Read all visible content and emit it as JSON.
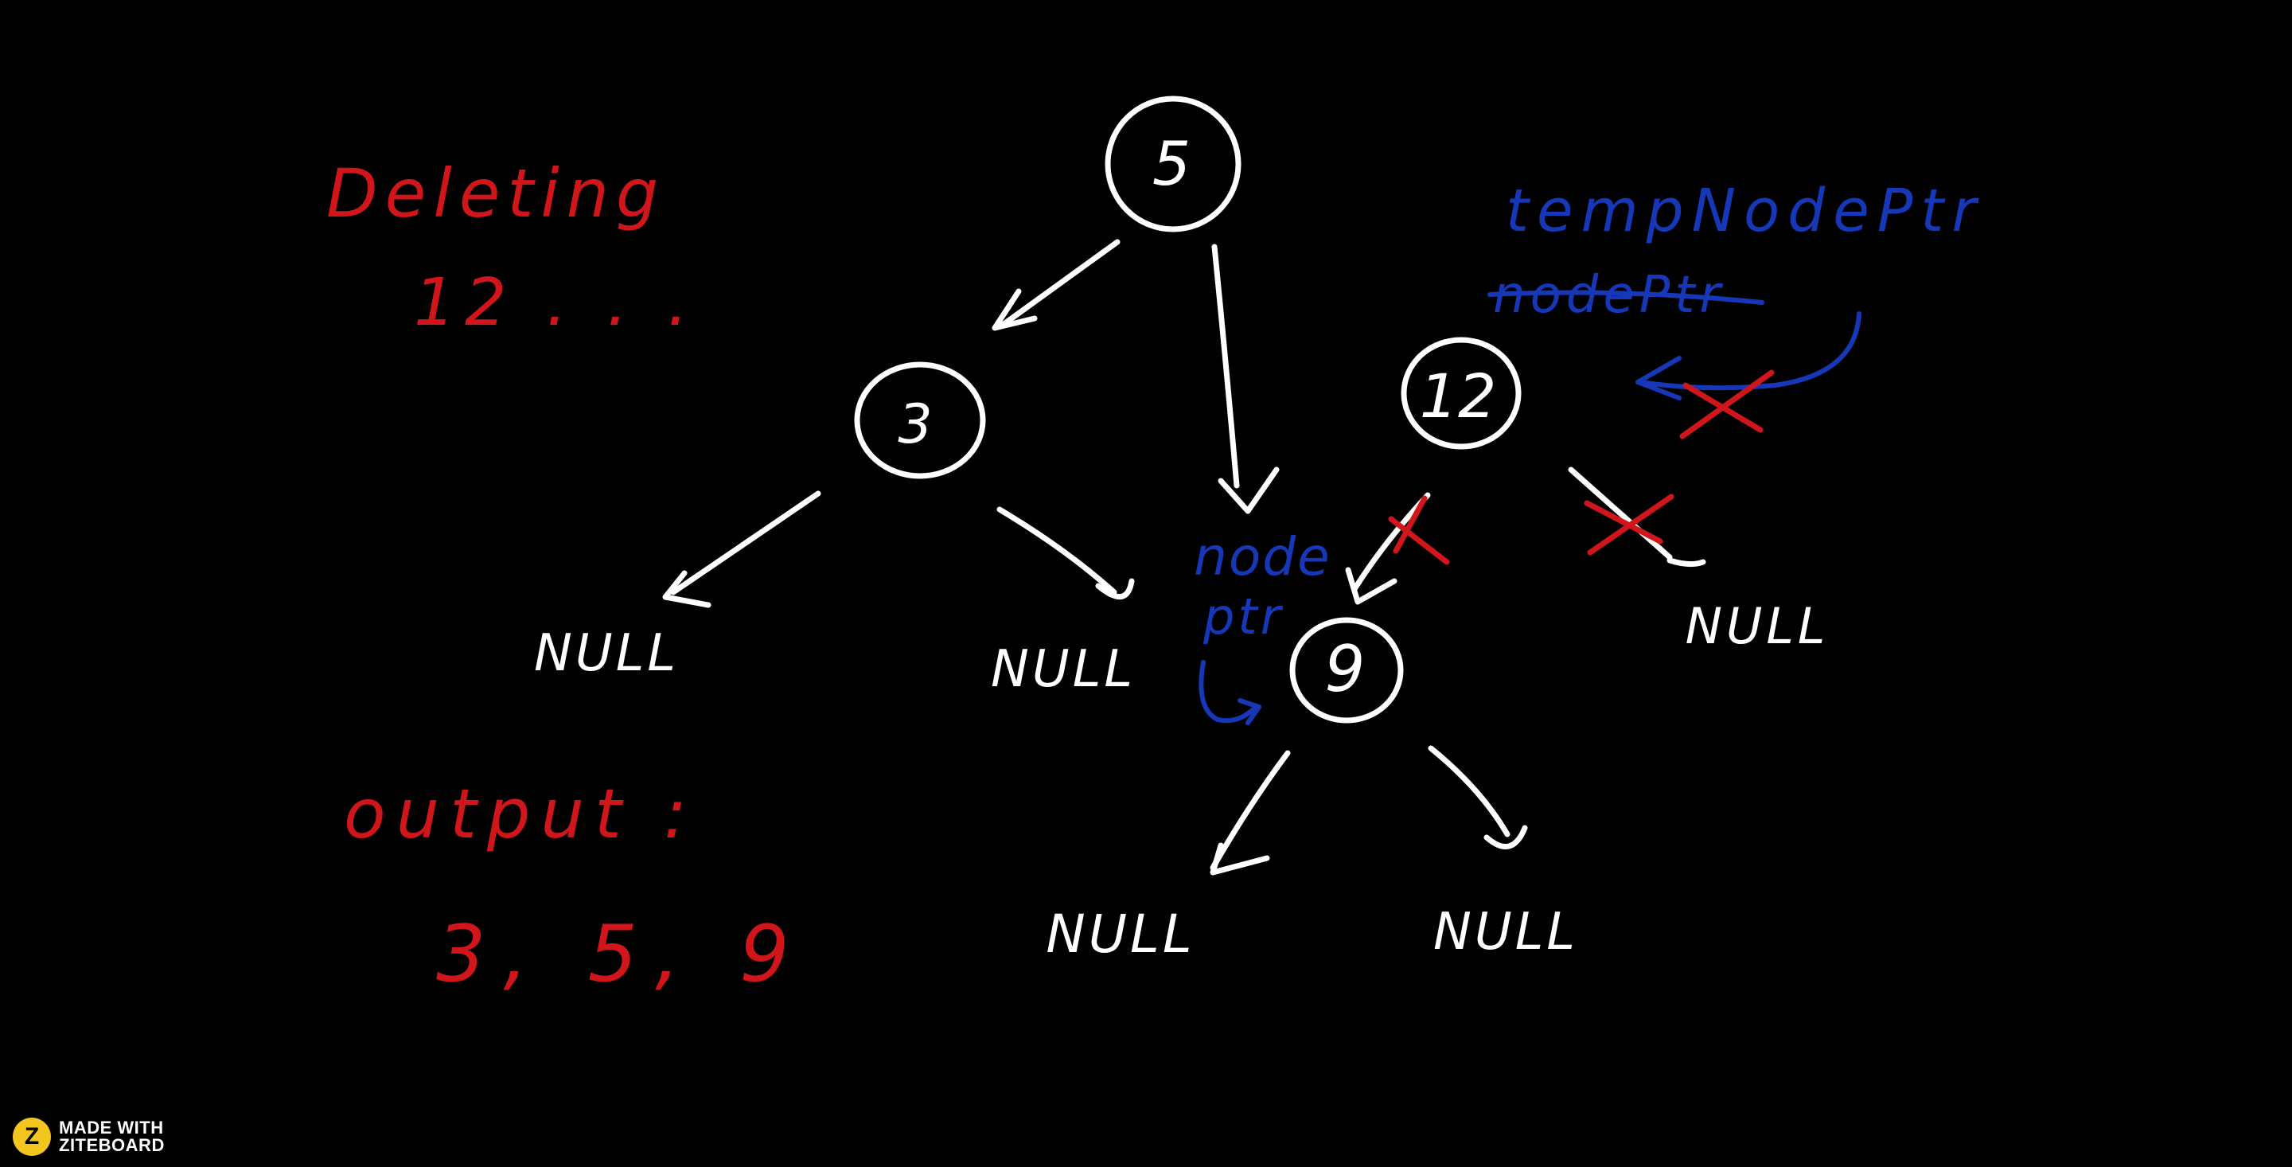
{
  "colors": {
    "background": "#000000",
    "tree_ink": "#ffffff",
    "note_ink": "#d0151b",
    "pointer_ink": "#1638b8",
    "watermark_badge": "#f2c61f"
  },
  "notes": {
    "deleting": "Deleting",
    "deleting_value": "12 . . .",
    "output_label": "output :",
    "output_value": "3, 5, 9"
  },
  "nodes": {
    "root": "5",
    "left": "3",
    "deleted": "12",
    "replacement": "9"
  },
  "null_labels": {
    "three_left": "NULL",
    "three_right": "NULL",
    "nine_left": "NULL",
    "nine_right": "NULL",
    "twelve_right": "NULL"
  },
  "pointers": {
    "temp_node_ptr": "tempNodePtr",
    "node_ptr_struck": "nodePtr",
    "node_ptr_line1": "node",
    "node_ptr_line2": "ptr"
  },
  "watermark": {
    "logo_letter": "Z",
    "line1": "MADE WITH",
    "line2": "ZITEBOARD"
  },
  "icons": [
    "strike-x-icon",
    "curved-arrow-icon",
    "ziteboard-logo-icon"
  ]
}
